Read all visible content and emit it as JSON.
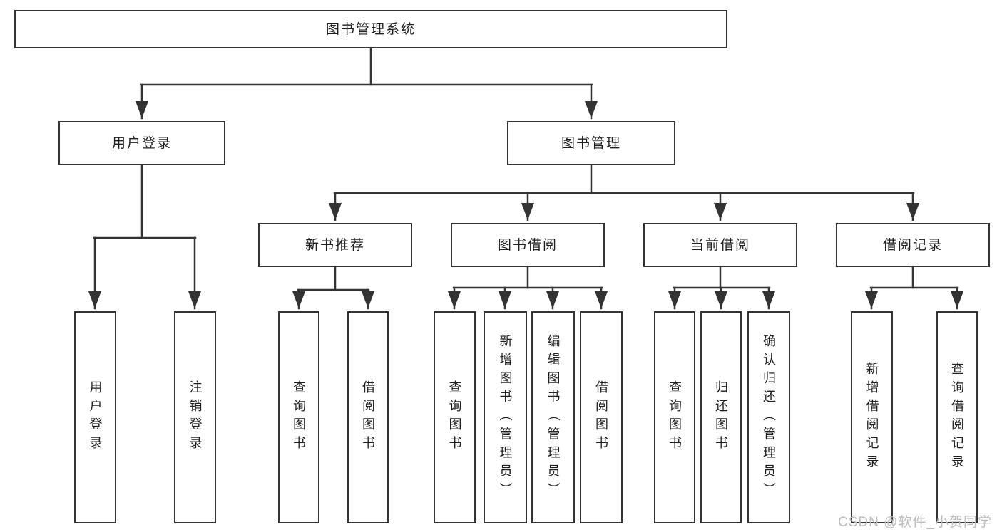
{
  "tree": {
    "root": {
      "label": "图书管理系统"
    },
    "branches": [
      {
        "label": "用户登录",
        "children": [
          {
            "label": "用户登录"
          },
          {
            "label": "注销登录"
          }
        ]
      },
      {
        "label": "图书管理",
        "children": [
          {
            "label": "新书推荐",
            "children": [
              {
                "label": "查询图书"
              },
              {
                "label": "借阅图书"
              }
            ]
          },
          {
            "label": "图书借阅",
            "children": [
              {
                "label": "查询图书"
              },
              {
                "label": "新增图书（管理员）"
              },
              {
                "label": "编辑图书（管理员）"
              },
              {
                "label": "借阅图书"
              }
            ]
          },
          {
            "label": "当前借阅",
            "children": [
              {
                "label": "查询图书"
              },
              {
                "label": "归还图书"
              },
              {
                "label": "确认归还（管理员）"
              }
            ]
          },
          {
            "label": "借阅记录",
            "children": [
              {
                "label": "新增借阅记录"
              },
              {
                "label": "查询借阅记录"
              }
            ]
          }
        ]
      }
    ]
  },
  "watermark": {
    "text": "CSDN @软件_小贺同学"
  },
  "colors": {
    "line": "#333333",
    "box_border": "#333333",
    "box_background": "#ffffff",
    "text": "#1f1f1f",
    "watermark": "#bcbcbc",
    "background": "#ffffff"
  }
}
